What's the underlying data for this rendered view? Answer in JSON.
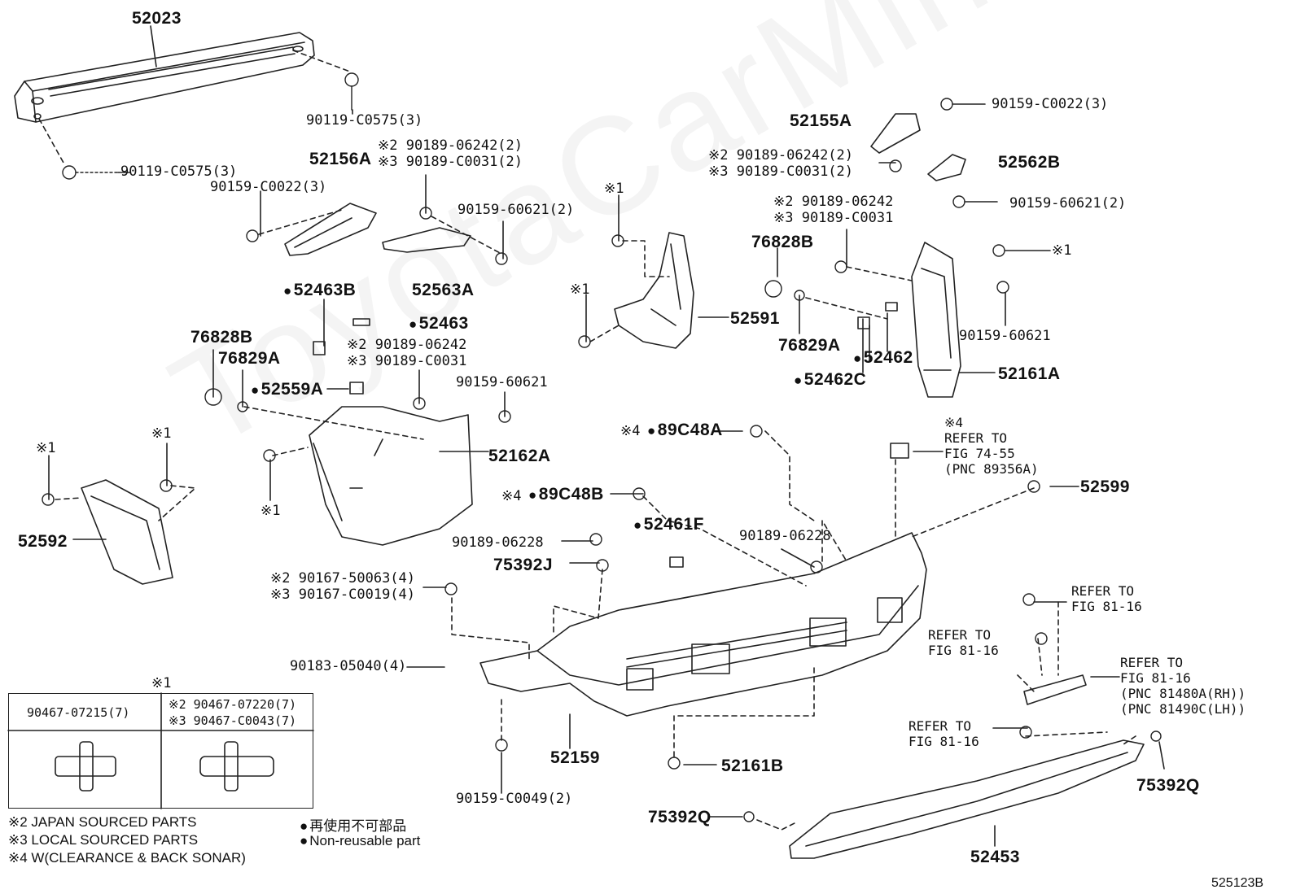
{
  "watermark": "ToyotaCarMine.ru",
  "diagram_code": "525123B",
  "parts": {
    "p52023": "52023",
    "p52155A": "52155A",
    "p52156A": "52156A",
    "p52562B": "52562B",
    "p52563A": "52563A",
    "p52463B": "52463B",
    "p52463": "52463",
    "p76828B_l": "76828B",
    "p76829A_l": "76829A",
    "p52559A": "52559A",
    "p52162A": "52162A",
    "p52591": "52591",
    "p76828B_r": "76828B",
    "p76829A_r": "76829A",
    "p52462": "52462",
    "p52462C": "52462C",
    "p52161A": "52161A",
    "p52592": "52592",
    "p89C48A": "89C48A",
    "p89C48B": "89C48B",
    "p52461F": "52461F",
    "p75392J": "75392J",
    "p52599": "52599",
    "p52159": "52159",
    "p52161B": "52161B",
    "p75392Q_l": "75392Q",
    "p75392Q_r": "75392Q",
    "p52453": "52453"
  },
  "fasteners": {
    "f1": "90119-C0575(3)",
    "f2": "90119-C0575(3)",
    "f3": "90159-C0022(3)",
    "f4a": "※2 90189-06242(2)",
    "f4b": "※3 90189-C0031(2)",
    "f5": "90159-60621(2)",
    "f6": "90159-C0022(3)",
    "f7a": "※2 90189-06242(2)",
    "f7b": "※3 90189-C0031(2)",
    "f8": "90159-60621(2)",
    "f9a": "※2 90189-06242",
    "f9b": "※3 90189-C0031",
    "f10": "90159-60621",
    "f11a": "※2 90189-06242",
    "f11b": "※3 90189-C0031",
    "f12": "90159-60621",
    "f13": "90189-06228",
    "f14": "90189-06228",
    "f15a": "※2 90167-50063(4)",
    "f15b": "※3 90167-C0019(4)",
    "f16": "90183-05040(4)",
    "f17": "90159-C0049(2)",
    "x1": "※1",
    "x4": "※4"
  },
  "refs": {
    "r1": "※4\nREFER TO\nFIG 74-55\n(PNC 89356A)",
    "r2": "REFER TO\nFIG 81-16",
    "r3": "REFER TO\nFIG 81-16",
    "r4": "REFER TO\nFIG 81-16\n(PNC 81480A(RH))\n(PNC 81490C(LH))",
    "r5": "REFER TO\nFIG 81-16"
  },
  "legend_table": {
    "mark": "※1",
    "col1": "90467-07215(7)",
    "col2a": "※2 90467-07220(7)",
    "col2b": "※3 90467-C0043(7)"
  },
  "notes": {
    "n2": "※2 JAPAN SOURCED PARTS",
    "n3": "※3 LOCAL SOURCED PARTS",
    "n4": "※4 W(CLEARANCE & BACK SONAR)",
    "nr_jp": "再使用不可部品",
    "nr_en": "Non-reusable part"
  }
}
